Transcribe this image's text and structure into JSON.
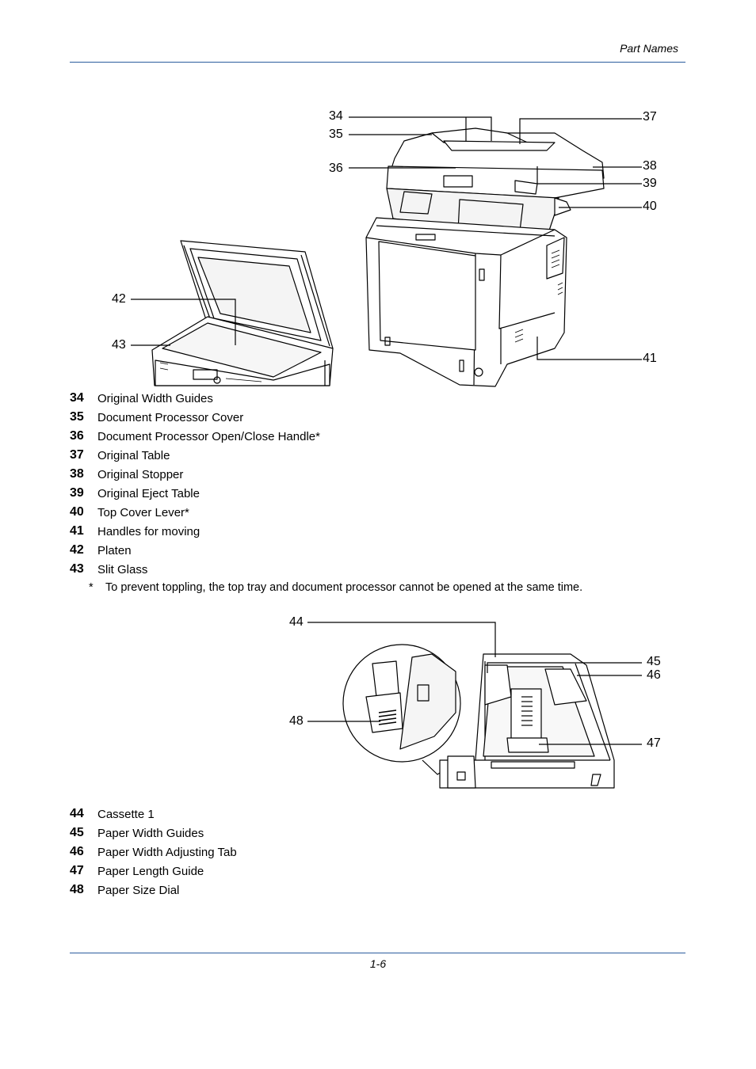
{
  "header": {
    "title": "Part Names"
  },
  "footer": {
    "page_number": "1-6"
  },
  "figure1": {
    "callouts": {
      "c34": "34",
      "c35": "35",
      "c36": "36",
      "c37": "37",
      "c38": "38",
      "c39": "39",
      "c40": "40",
      "c41": "41",
      "c42": "42",
      "c43": "43"
    }
  },
  "figure2": {
    "callouts": {
      "c44": "44",
      "c45": "45",
      "c46": "46",
      "c47": "47",
      "c48": "48"
    }
  },
  "legend1": [
    {
      "num": "34",
      "text": "Original Width Guides"
    },
    {
      "num": "35",
      "text": "Document Processor Cover"
    },
    {
      "num": "36",
      "text": "Document Processor Open/Close Handle*"
    },
    {
      "num": "37",
      "text": "Original Table"
    },
    {
      "num": "38",
      "text": "Original Stopper"
    },
    {
      "num": "39",
      "text": "Original Eject Table"
    },
    {
      "num": "40",
      "text": "Top Cover Lever*"
    },
    {
      "num": "41",
      "text": "Handles for moving"
    },
    {
      "num": "42",
      "text": "Platen"
    },
    {
      "num": "43",
      "text": "Slit Glass"
    }
  ],
  "footnote": {
    "mark": "*",
    "text": "To prevent toppling, the top tray and document processor cannot be opened at the same time."
  },
  "legend2": [
    {
      "num": "44",
      "text": "Cassette 1"
    },
    {
      "num": "45",
      "text": "Paper Width Guides"
    },
    {
      "num": "46",
      "text": "Paper Width Adjusting Tab"
    },
    {
      "num": "47",
      "text": "Paper Length Guide"
    },
    {
      "num": "48",
      "text": "Paper Size Dial"
    }
  ]
}
